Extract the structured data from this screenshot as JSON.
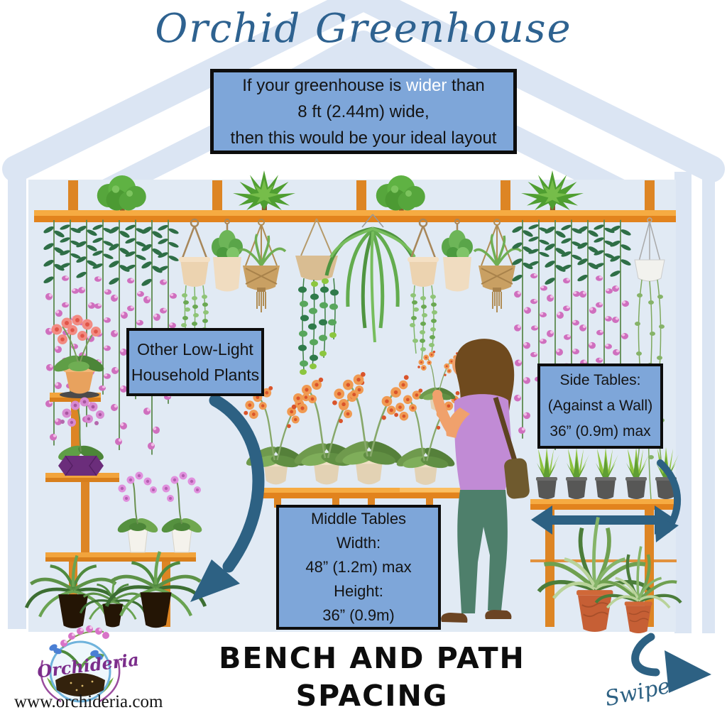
{
  "header": {
    "title": "Orchid Greenhouse"
  },
  "intro_box": {
    "line1_before": "If your greenhouse is ",
    "line1_highlight": "wider",
    "line1_after": " than",
    "line2": "8 ft (2.44m) wide,",
    "line3": "then this would be your ideal layout"
  },
  "labels": {
    "low_light_line1": "Other Low-Light",
    "low_light_line2": "Household Plants",
    "side_tables_line1": "Side Tables:",
    "side_tables_line2": "(Against a Wall)",
    "side_tables_line3": "36” (0.9m) max",
    "middle_tables_line1": "Middle Tables",
    "middle_tables_line2": "Width:",
    "middle_tables_line3": "48” (1.2m) max",
    "middle_tables_line4": "Height:",
    "middle_tables_line5": "36” (0.9m)"
  },
  "footer": {
    "heading_line1": "BENCH AND PATH",
    "heading_line2": "SPACING",
    "brand": "Orchideria",
    "website": "www.orchideria.com",
    "swipe": "Swipe"
  },
  "icons": {
    "curved_pointer_arrow": "curved-arrow-down-left",
    "width_measure_arrow": "double-headed-horizontal-arrow",
    "side_measure_arrow": "curved-arrow-down",
    "swipe_arrow": "curved-arrow-right"
  },
  "colors": {
    "title_blue": "#2e6290",
    "callout_blue": "#7ea6d9",
    "arrow_blue": "#2d6183",
    "structure_blue": "#dbe5f3",
    "interior_blue": "#e1eaf4",
    "wood_orange_light": "#f6ab42",
    "wood_orange_dark": "#e2831d",
    "highlight_text": "#ffffff",
    "brand_purple": "#7b2d8b"
  }
}
